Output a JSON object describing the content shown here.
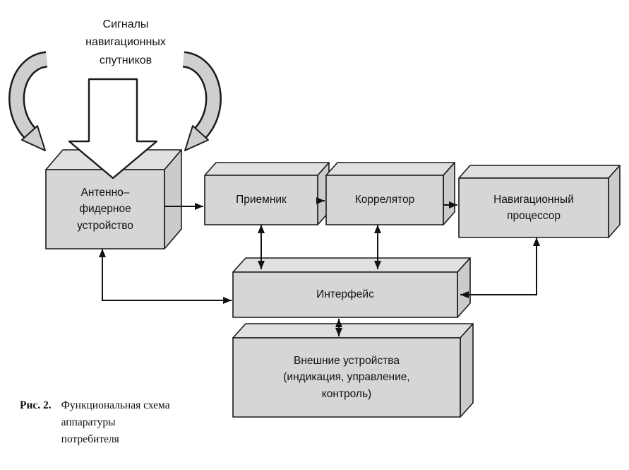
{
  "title": {
    "text": "Сигналы\nнавигационных\nспутников"
  },
  "boxes": {
    "antenna": {
      "label": "Антенно–\nфидерное\nустройство"
    },
    "receiver": {
      "label": "Приемник"
    },
    "correlator": {
      "label": "Коррелятор"
    },
    "processor": {
      "label": "Навигационный\nпроцессор"
    },
    "interface": {
      "label": "Интерфейс"
    },
    "external": {
      "label": "Внешние устройства\n(индикация, управление,\nконтроль)"
    }
  },
  "caption": {
    "figure_label": "Рис. 2.",
    "text": "Функциональная схема\nаппаратуры\nпотребителя"
  },
  "colors": {
    "background": "#ffffff",
    "box_front_fill": "#d6d6d6",
    "box_top_fill": "#e0e0e0",
    "box_side_fill": "#cbcbcb",
    "outline": "#1a1a1a",
    "big_arrow_fill": "#ffffff",
    "curved_arrow_fill": "#cfcfcf",
    "connector_color": "#111111"
  }
}
